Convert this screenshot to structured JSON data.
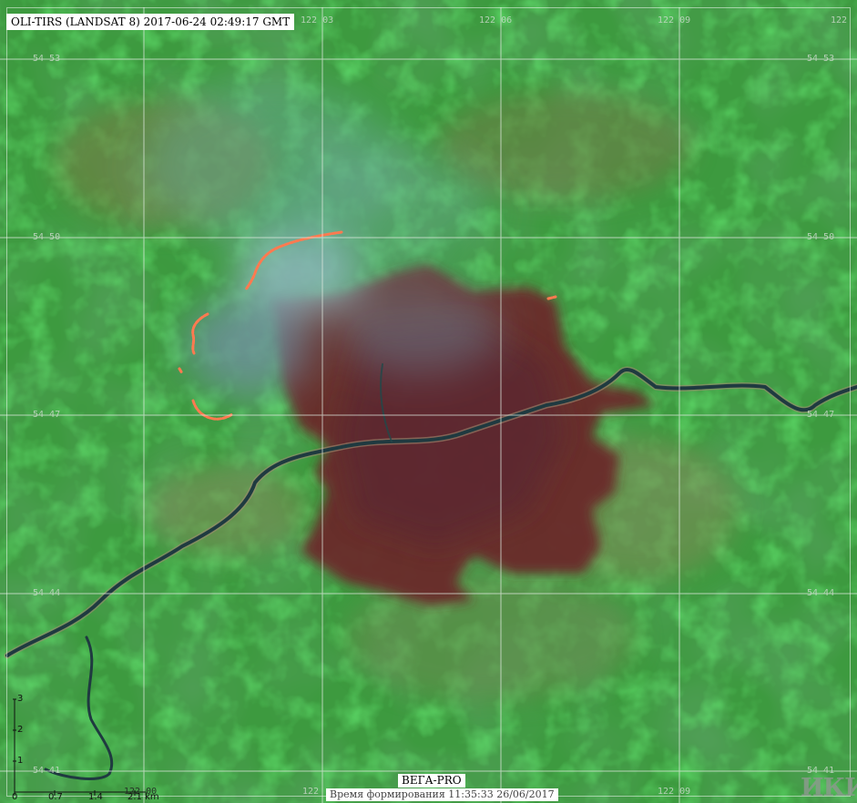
{
  "title": "OLI-TIRS (LANDSAT 8) 2017-06-24 02:49:17 GMT",
  "brand": "ВЕГА-PRO",
  "timestamp": "Время формирования 11:35:33 26/06/2017",
  "logo": "ИКИ",
  "grid": {
    "lon_labels_top": [
      "122 03",
      "122 06",
      "122 09",
      "122"
    ],
    "lon_labels_bottom": [
      "122 00",
      "122",
      "122 09"
    ],
    "lat_labels_left": [
      "54 53",
      "54 50",
      "54 47",
      "54 44",
      "54 41"
    ],
    "lat_labels_right": [
      "54 53",
      "54 50",
      "54 47",
      "54 44",
      "54 41"
    ]
  },
  "scale_bar": {
    "x_ticks": [
      "0",
      "0.7",
      "1.4",
      "2.1 km"
    ],
    "y_ticks": [
      "3",
      "2",
      "1"
    ]
  },
  "colors": {
    "forest": "#3fae3f",
    "bright_vegetation": "#4cff4c",
    "burn_scar": "#6a2a2a",
    "smoke": "#7fa6b0",
    "fire_front": "#ff7a50",
    "river": "#1f3a40",
    "grid": "#dfe9df"
  }
}
